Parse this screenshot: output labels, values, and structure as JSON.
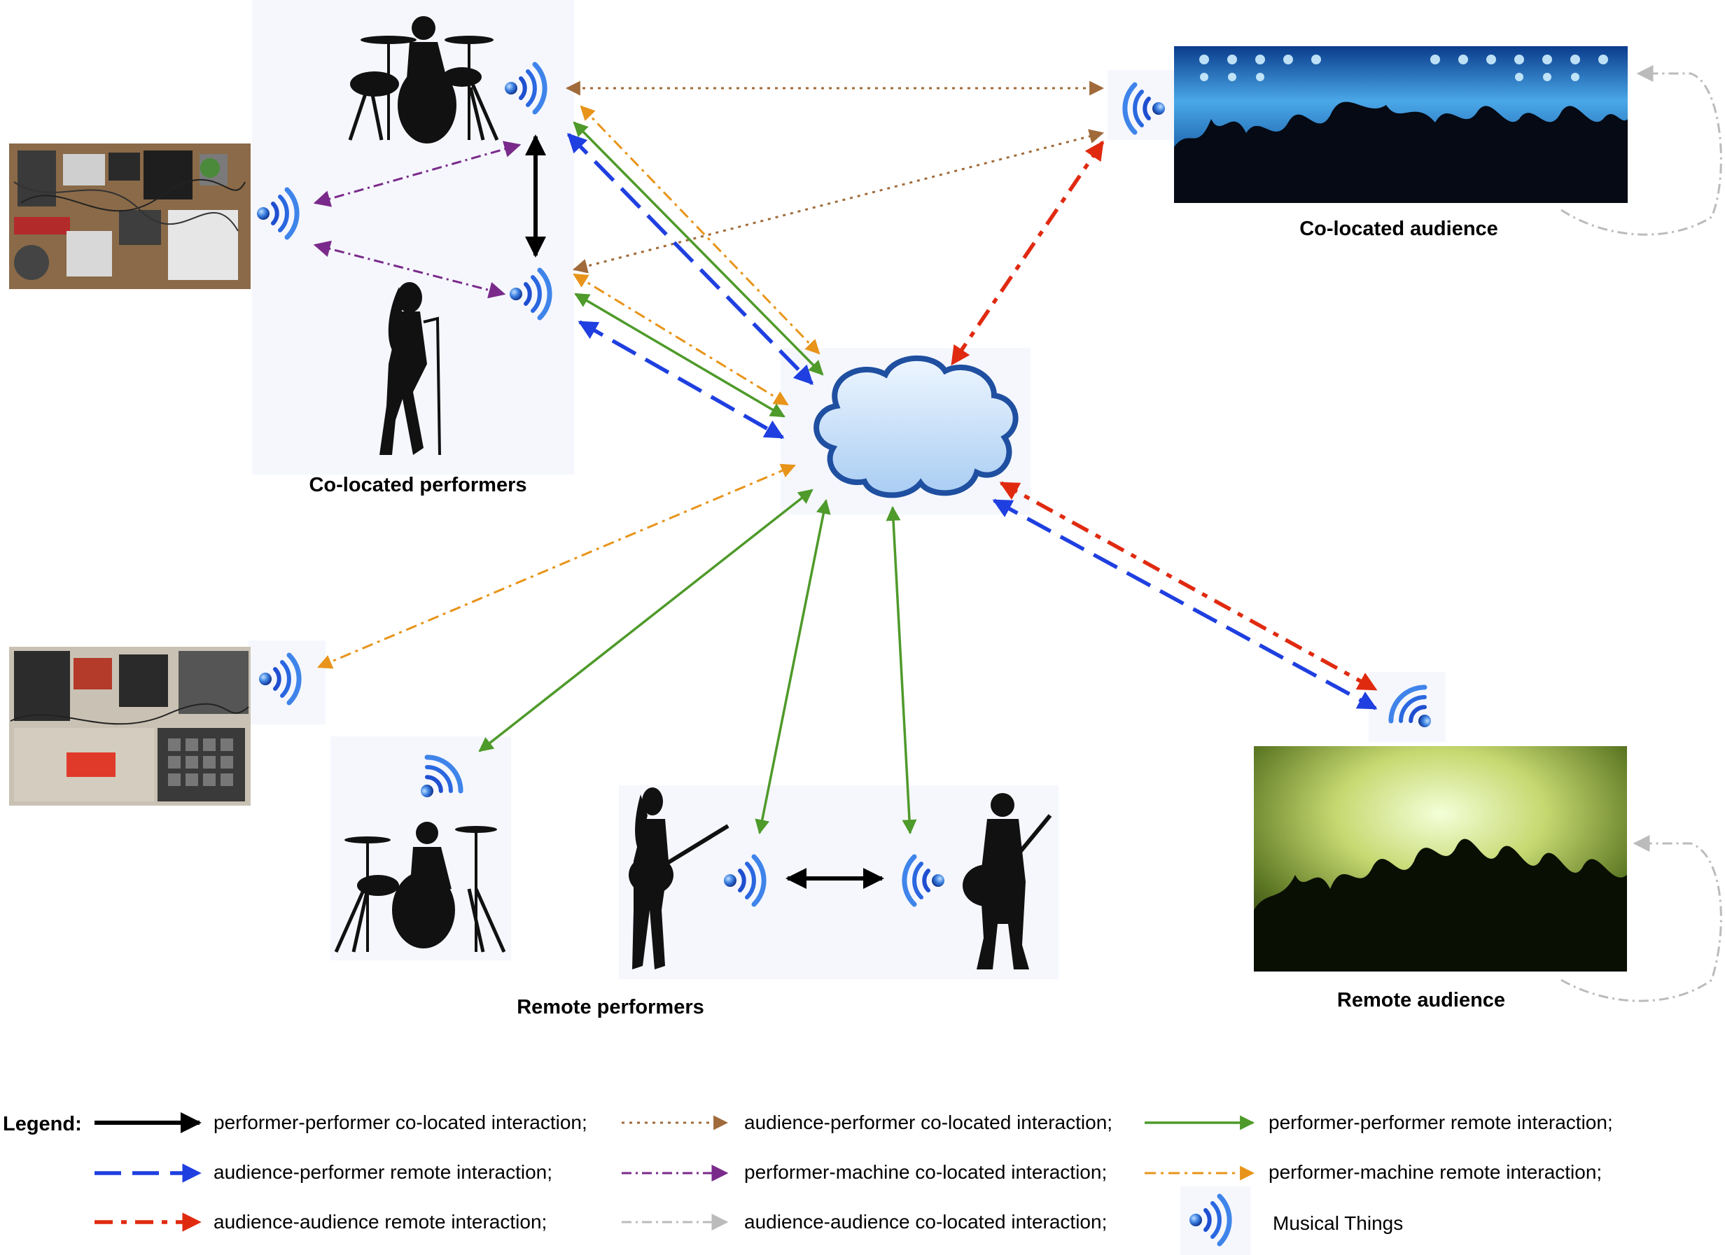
{
  "groups": {
    "colocated_performers": "Co-located performers",
    "colocated_audience": "Co-located audience",
    "remote_performers": "Remote performers",
    "remote_audience": "Remote audience"
  },
  "legend": {
    "title": "Legend:",
    "items": [
      {
        "text": "performer-performer co-located interaction;",
        "color": "#000000",
        "style": "solid"
      },
      {
        "text": "audience-performer co-located interaction;",
        "color": "#a06a3a",
        "style": "dotted"
      },
      {
        "text": "performer-performer remote interaction;",
        "color": "#4e9a2a",
        "style": "solid"
      },
      {
        "text": "audience-performer remote interaction;",
        "color": "#1f3fe0",
        "style": "long-dash"
      },
      {
        "text": "performer-machine co-located interaction;",
        "color": "#7a2a8a",
        "style": "dash-dot"
      },
      {
        "text": "performer-machine remote interaction;",
        "color": "#e8941a",
        "style": "dash-dot"
      },
      {
        "text": "audience-audience remote interaction;",
        "color": "#e02a10",
        "style": "dash-dot-heavy"
      },
      {
        "text": "audience-audience co-located interaction;",
        "color": "#bbbbbb",
        "style": "dash-dot"
      },
      {
        "text": "Musical Things",
        "color": "#1f4fd0",
        "style": "icon"
      }
    ]
  },
  "colors": {
    "black": "#000000",
    "brown": "#a06a3a",
    "green": "#4e9a2a",
    "blue": "#1f3fe0",
    "purple": "#7a2a8a",
    "orange": "#e8941a",
    "red": "#e02a10",
    "gray": "#bbbbbb",
    "cloud_fill": "#cfe4fb",
    "cloud_stroke": "#1f4fa0"
  },
  "icons": [
    "drummer-silhouette-icon",
    "singer-silhouette-icon",
    "guitarist-female-silhouette-icon",
    "guitarist-male-silhouette-icon",
    "wifi-musical-thing-icon",
    "cloud-icon",
    "effects-pedalboard-photo",
    "drum-machine-setup-photo",
    "concert-crowd-blue-photo",
    "concert-crowd-green-photo"
  ]
}
